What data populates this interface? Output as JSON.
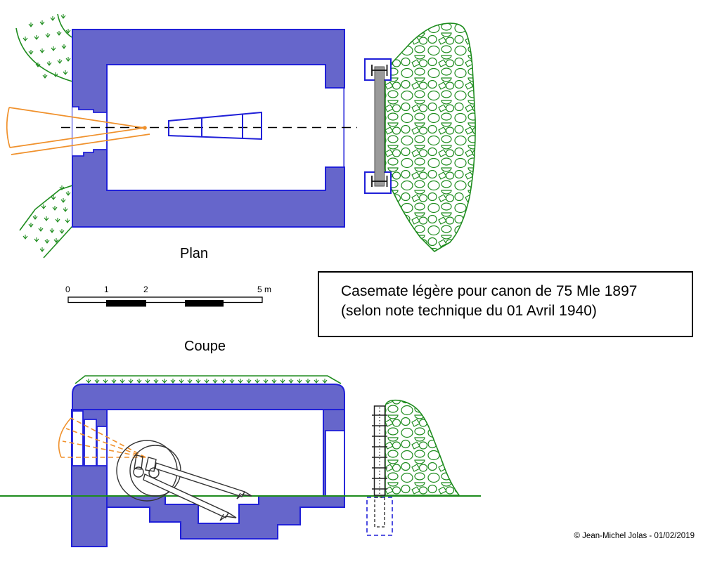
{
  "labels": {
    "plan": "Plan",
    "coupe": "Coupe"
  },
  "title_block": {
    "line1": "Casemate légère pour canon de 75 Mle 1897",
    "line2": "(selon note technique du 01 Avril 1940)"
  },
  "scale_bar": {
    "ticks": [
      "0",
      "1",
      "2"
    ],
    "end_label": "5 m"
  },
  "footer": {
    "copyright": "© Jean-Michel Jolas - 01/02/2019"
  },
  "colors": {
    "wall_fill": "#6666cb",
    "wall_outline": "#2020d8",
    "vegetation": "#1e8c1e",
    "fire_cone": "#f0912c",
    "rail_gray": "#9a9a9a",
    "axis": "#000000"
  }
}
